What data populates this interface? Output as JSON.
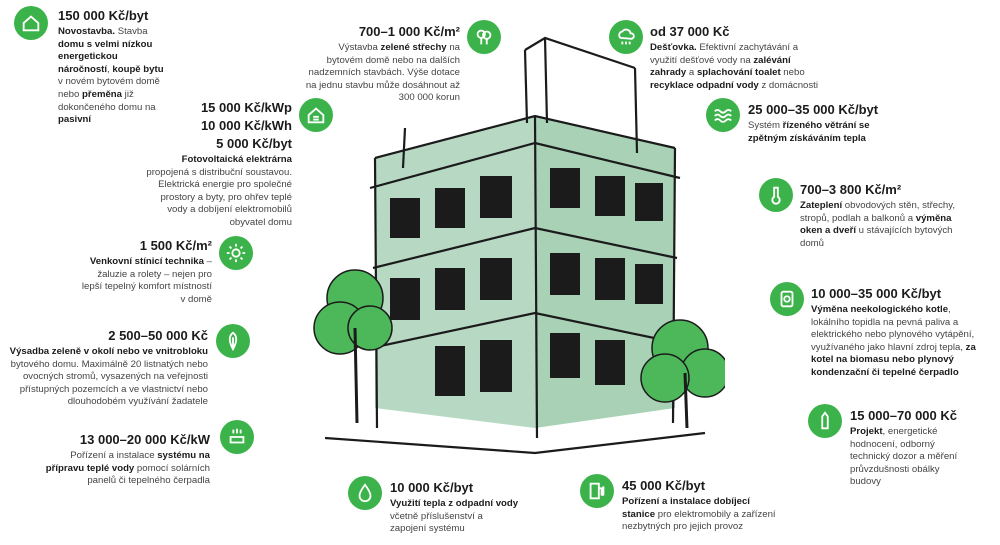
{
  "colors": {
    "accent": "#3bb34a",
    "building_fill": "#b7d8c3",
    "ink": "#1b1b1b"
  },
  "blocks": [
    {
      "id": "b1",
      "price": "150 000 Kč/byt",
      "desc": "<b>Novostavba.</b> Stavba <b>domu s velmi nízkou energetickou náročností</b>, <b>koupě bytu</b> v novém bytovém domě nebo <b>přeměna</b> již dokončeného domu na <b>pasivní</b>",
      "icon": "house-icon"
    },
    {
      "id": "b2",
      "price": "700–1 000 Kč/m²",
      "desc": "Výstavba <b>zelené střechy</b> na bytovém domě nebo na dalších nadzemních stavbách. Výše dotace na jednu stavbu může dosáhnout až 300 000 korun",
      "icon": "trees-icon"
    },
    {
      "id": "b3",
      "price": "od 37 000 Kč",
      "desc": "<b>Dešťovka.</b> Efektivní zachytávání a využití dešťové vody na <b>zalévání zahrady</b> a <b>splachování toalet</b> nebo <b>recyklace odpadní vody</b> z domácnosti",
      "icon": "rain-cloud-icon"
    },
    {
      "id": "b4",
      "price_lines": [
        "15 000 Kč/kWp",
        "10 000 Kč/kWh",
        "5 000 Kč/byt"
      ],
      "desc": "<b>Fotovoltaická elektrárna</b> propojená s distribuční soustavou. Elektrická energie pro společné prostory a byty, pro ohřev teplé vody a dobíjení elektromobilů obyvatel domu",
      "icon": "solar-house-icon"
    },
    {
      "id": "b5",
      "price": "25 000–35 000 Kč/byt",
      "desc": "Systém <b>řízeného větrání se zpětným získáváním tepla</b>",
      "icon": "ventilation-icon"
    },
    {
      "id": "b6",
      "price": "700–3 800 Kč/m²",
      "desc": "<b>Zateplení</b> obvodových stěn, střechy, stropů, podlah a balkonů a <b>výměna oken a dveří</b> u stávajících bytových domů",
      "icon": "thermometer-icon"
    },
    {
      "id": "b7",
      "price": "1 500 Kč/m²",
      "desc": "<b>Venkovní stínicí technika</b> – žaluzie a rolety – nejen pro lepší tepelný komfort místností v domě",
      "icon": "sun-icon"
    },
    {
      "id": "b8",
      "price": "10 000–35 000 Kč/byt",
      "desc": "<b>Výměna neekologického kotle</b>, lokálního topidla na pevná paliva a elektrického nebo plynového vytápění, využívaného jako hlavní zdroj tepla, <b>za kotel na biomasu nebo plynový kondenzační či tepelné čerpadlo</b>",
      "icon": "boiler-icon"
    },
    {
      "id": "b9",
      "price": "2 500–50 000 Kč",
      "desc": "<b>Výsadba zeleně v okolí nebo ve vnitrobloku</b> bytového domu. Maximálně 20 listnatých nebo ovocných stromů, vysazených na veřejnosti přístupných pozemcích a ve vlastnictví nebo dlouhodobém využívání žadatele",
      "icon": "leaf-icon"
    },
    {
      "id": "b10",
      "price": "15 000–70 000 Kč",
      "desc": "<b>Projekt</b>, energetické hodnocení, odborný technický dozor a měření průvzdušnosti obálky budovy",
      "icon": "pencil-icon"
    },
    {
      "id": "b11",
      "price": "13 000–20 000 Kč/kW",
      "desc": "Pořízení a instalace <b>systému na přípravu teplé vody</b> pomocí solárních panelů či tepelného čerpadla",
      "icon": "hot-water-icon"
    },
    {
      "id": "b12",
      "price": "10 000 Kč/byt",
      "desc": "<b>Využití tepla z odpadní vody</b> včetně příslušenství a zapojení systému",
      "icon": "water-heat-icon"
    },
    {
      "id": "b13",
      "price": "45 000 Kč/byt",
      "desc": "<b>Pořízení a instalace dobíjecí stanice</b> pro elektromobily a zařízení nezbytných pro jejich provoz",
      "icon": "charger-icon"
    }
  ]
}
